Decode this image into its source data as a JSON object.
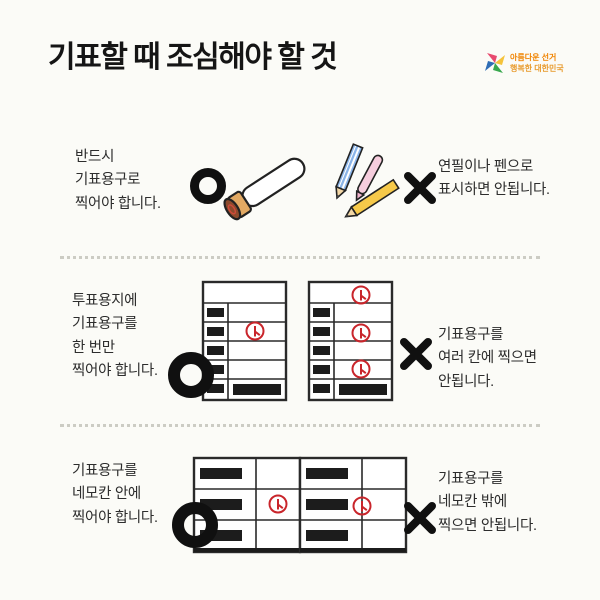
{
  "title": "기표할 때 조심해야 할 것",
  "logo": {
    "line1": "아름다운 선거",
    "line2": "행복한 대한민국"
  },
  "rows": [
    {
      "left_text": "반드시\n기표용구로\n찍어야 합니다.",
      "right_text": "연필이나 펜으로\n표시하면 안됩니다.",
      "correct_illustration": "ballot-stamp-tool",
      "wrong_illustration": "pencil-and-pens"
    },
    {
      "left_text": "투표용지에\n기표용구를\n한 번만\n찍어야 합니다.",
      "right_text": "기표용구를\n여러 칸에 찍으면\n안됩니다.",
      "correct_illustration": "ballot-with-one-stamp",
      "wrong_illustration": "ballot-with-three-stamps"
    },
    {
      "left_text": "기표용구를\n네모칸 안에\n찍어야 합니다.",
      "right_text": "기표용구를\n네모칸 밖에\n찍으면 안됩니다.",
      "correct_illustration": "ballot-stamp-inside-box",
      "wrong_illustration": "ballot-stamp-on-border"
    }
  ],
  "symbols": {
    "correct": "O",
    "wrong": "X"
  },
  "colors": {
    "background": "#fbfbf7",
    "ink": "#111111",
    "stamp_red": "#c9252b",
    "logo_orange": "#f08300"
  }
}
